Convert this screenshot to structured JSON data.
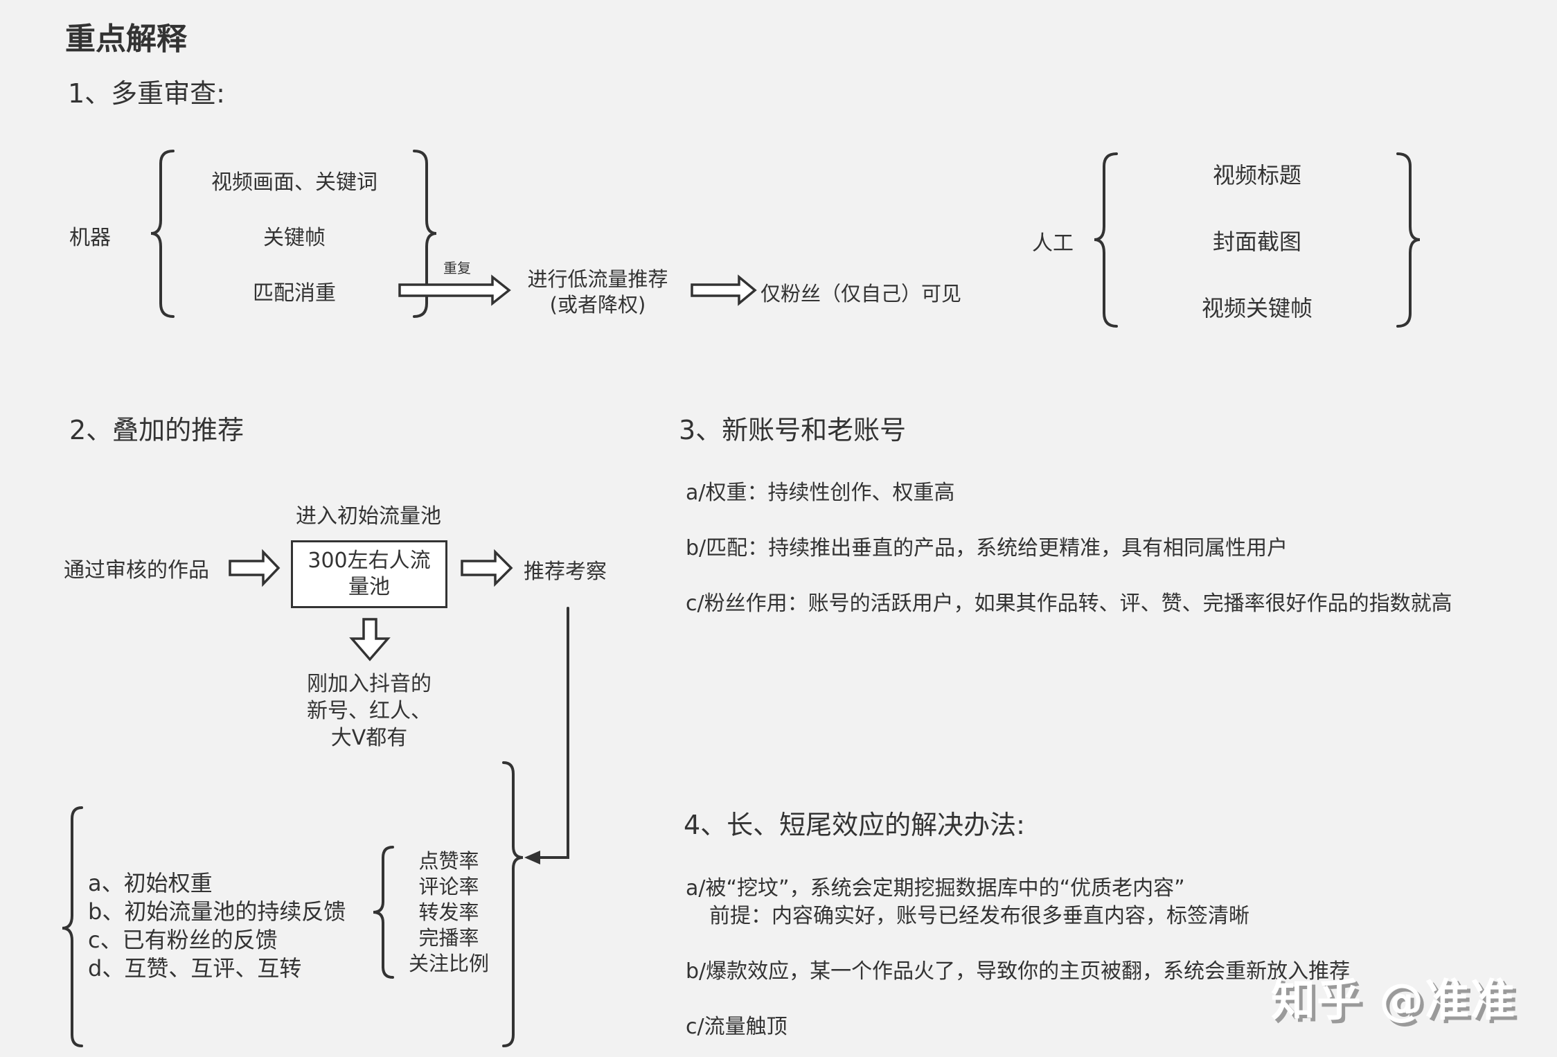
{
  "title": "重点解释",
  "section1": {
    "heading": "1、多重审查:",
    "machine": {
      "label": "机器",
      "items": [
        "视频画面、关键词",
        "关键帧",
        "匹配消重"
      ]
    },
    "repeat_label": "重复",
    "step_low_traffic": [
      "进行低流量推荐",
      "(或者降权)"
    ],
    "step_visible": "仅粉丝（仅自己）可见",
    "manual": {
      "label": "人工",
      "items": [
        "视频标题",
        "封面截图",
        "视频关键帧"
      ]
    }
  },
  "section2": {
    "heading": "2、叠加的推荐",
    "pool_title": "进入初始流量池",
    "input_label": "通过审核的作品",
    "pool_box": [
      "300左右人流",
      "量池"
    ],
    "next_label": "推荐考察",
    "pool_note": [
      "刚加入抖音的",
      "新号、红人、",
      "大V都有"
    ],
    "factors": [
      "a、初始权重",
      "b、初始流量池的持续反馈",
      "c、已有粉丝的反馈",
      "d、互赞、互评、互转"
    ],
    "metrics": [
      "点赞率",
      "评论率",
      "转发率",
      "完播率",
      "关注比例"
    ]
  },
  "section3": {
    "heading": "3、新账号和老账号",
    "items": [
      "a/权重：持续性创作、权重高",
      "b/匹配：持续推出垂直的产品，系统给更精准，具有相同属性用户",
      "c/粉丝作用：账号的活跃用户，如果其作品转、评、赞、完播率很好作品的指数就高"
    ]
  },
  "section4": {
    "heading": "4、长、短尾效应的解决办法:",
    "item_a": "a/被“挖坟”，系统会定期挖掘数据库中的“优质老内容”",
    "item_a_note": "前提：内容确实好，账号已经发布很多垂直内容，标签清晰",
    "item_b": "b/爆款效应，某一个作品火了，导致你的主页被翻，系统会重新放入推荐",
    "item_c": "c/流量触顶"
  },
  "watermark": "知乎 @准准",
  "colors": {
    "background": "#f2f2f2",
    "text": "#333333",
    "stroke": "#333333",
    "arrow_fill": "#ffffff"
  }
}
